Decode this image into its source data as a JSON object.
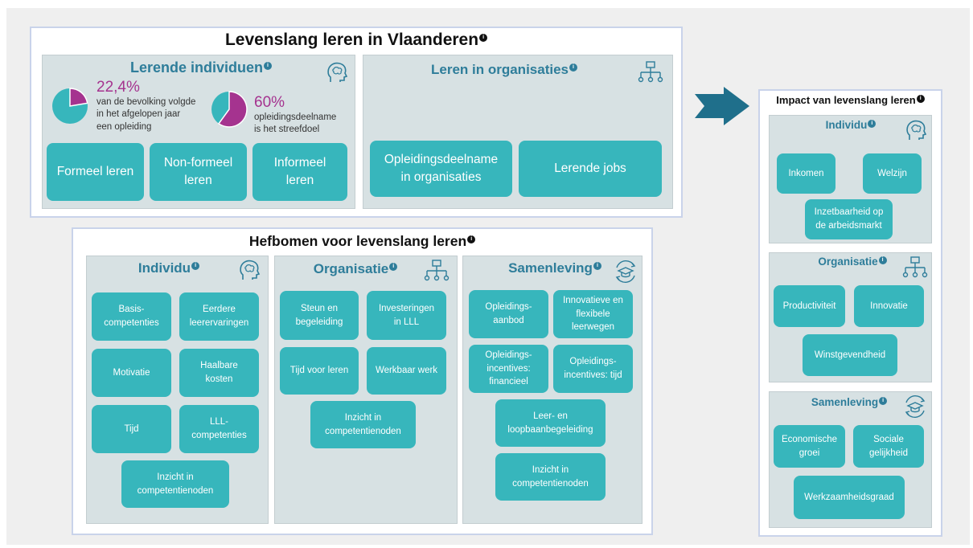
{
  "top": {
    "title": "Levenslang leren in Vlaanderen",
    "info": "i",
    "individuals": {
      "title": "Lerende individuen",
      "stat1": {
        "pct": "22,4%",
        "text": "van de bevolking volgde\nin het afgelopen jaar\neen opleiding",
        "value": 0.224
      },
      "stat2": {
        "pct": "60%",
        "text": "opleidingsdeelname\nis het streefdoel",
        "value": 0.6
      },
      "buttons": [
        "Formeel leren",
        "Non-formeel\nleren",
        "Informeel\nleren"
      ]
    },
    "organisations": {
      "title": "Leren in organisaties",
      "buttons": [
        "Opleidingsdeelname\nin organisaties",
        "Lerende jobs"
      ]
    }
  },
  "levers": {
    "title": "Hefbomen voor levenslang leren",
    "individu": {
      "title": "Individu",
      "buttons": [
        "Basis-\ncompetenties",
        "Eerdere\nleerervaringen",
        "Motivatie",
        "Haalbare\nkosten",
        "Tijd",
        "LLL-\ncompetenties",
        "Inzicht in\ncompetentienoden"
      ]
    },
    "organisatie": {
      "title": "Organisatie",
      "buttons": [
        "Steun en\nbegeleiding",
        "Investeringen\nin LLL",
        "Tijd voor leren",
        "Werkbaar werk",
        "Inzicht in\ncompetentienoden"
      ]
    },
    "samenleving": {
      "title": "Samenleving",
      "buttons": [
        "Opleidings-\naanbod",
        "Innovatieve en\nflexibele\nleerwegen",
        "Opleidings-\nincentives:\nfinancieel",
        "Opleidings-\nincentives: tijd",
        "Leer- en\nloopbaanbegeleiding",
        "Inzicht in\ncompetentienoden"
      ]
    }
  },
  "impact": {
    "title": "Impact van levenslang leren",
    "individu": {
      "title": "Individu",
      "buttons": [
        "Inkomen",
        "Welzijn",
        "Inzetbaarheid op\nde arbeidsmarkt"
      ]
    },
    "organisatie": {
      "title": "Organisatie",
      "buttons": [
        "Productiviteit",
        "Innovatie",
        "Winstgevendheid"
      ]
    },
    "samenleving": {
      "title": "Samenleving",
      "buttons": [
        "Economische\ngroei",
        "Sociale\ngelijkheid",
        "Werkzaamheidsgraad"
      ]
    }
  },
  "colors": {
    "teal": "#37b6bc",
    "magenta": "#a5338f",
    "heading": "#2e7d9a",
    "arrow": "#1f6f8b"
  }
}
